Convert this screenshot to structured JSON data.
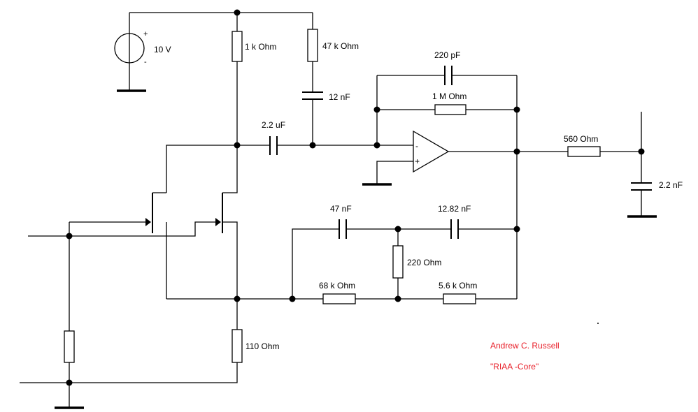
{
  "components": {
    "source_voltage": "10 V",
    "source_plus": "+",
    "source_minus": "-",
    "r_1k": "1 k Ohm",
    "r_47k": "47 k Ohm",
    "c_12nf": "12 nF",
    "c_2u2": "2.2 uF",
    "c_220pf": "220 pF",
    "r_1m": "1 M Ohm",
    "opamp_minus": "-",
    "opamp_plus": "+",
    "r_560": "560  Ohm",
    "c_2n2": "2.2 nF",
    "c_47nf": "47 nF",
    "c_12n82": "12.82 nF",
    "r_220": "220  Ohm",
    "r_68k": "68 k Ohm",
    "r_5k6": "5.6 k Ohm",
    "r_110": "110  Ohm"
  },
  "credits": {
    "author": "Andrew C. Russell",
    "title": "\"RIAA -Core\"",
    "color": "#e8202a"
  }
}
